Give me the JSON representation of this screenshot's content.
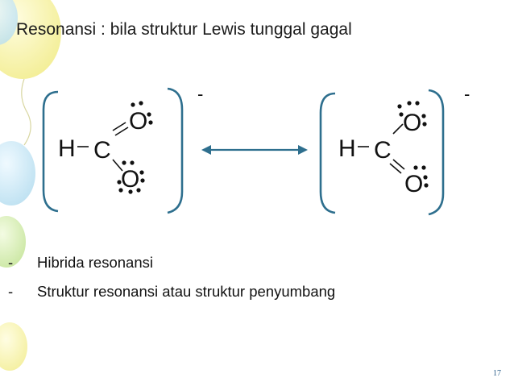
{
  "slide": {
    "title": "Resonansi : bila struktur Lewis tunggal gagal",
    "page_number": "17"
  },
  "structure_left": {
    "atoms": {
      "h": "H",
      "c": "C",
      "o_top": "O",
      "o_bottom": "O"
    },
    "charge": "-"
  },
  "structure_right": {
    "atoms": {
      "h": "H",
      "c": "C",
      "o_top": "O",
      "o_bottom": "O"
    },
    "charge": "-"
  },
  "bullets": [
    {
      "dash": "-",
      "text": "Hibrida resonansi"
    },
    {
      "dash": "-",
      "text": "Struktur resonansi atau struktur penyumbang"
    }
  ],
  "colors": {
    "bracket": "#2e6f8e",
    "arrow": "#2e6f8e",
    "balloon_yellow": "#f6f2a8",
    "balloon_blue": "#bfe3f2",
    "balloon_green": "#cfeaa6"
  }
}
